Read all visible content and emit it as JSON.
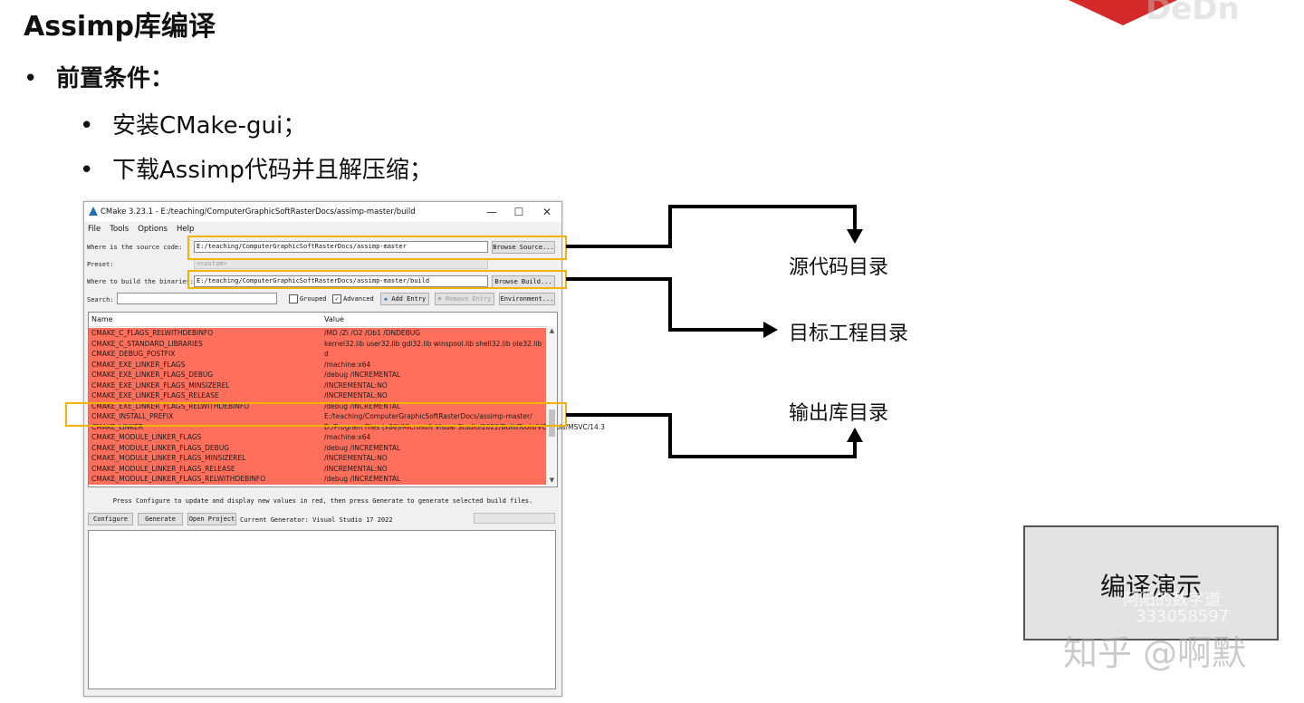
{
  "slide": {
    "title": "Assimp库编译",
    "bullets": [
      {
        "dot": "•",
        "text": "前置条件："
      },
      {
        "dot": "•",
        "text": "安装CMake-gui；"
      },
      {
        "dot": "•",
        "text": "下载Assimp代码并且解压缩；"
      }
    ]
  },
  "cmake": {
    "window_title": "CMake 3.23.1 - E:/teaching/ComputerGraphicSoftRasterDocs/assimp-master/build",
    "controls": {
      "minimize": "—",
      "maximize": "☐",
      "close": "✕"
    },
    "menu": [
      "File",
      "Tools",
      "Options",
      "Help"
    ],
    "source_label": "Where is the source code:",
    "source_value": "E:/teaching/ComputerGraphicSoftRasterDocs/assimp-master",
    "browse_source": "Browse Source...",
    "preset_label": "Preset:",
    "preset_value": "<custom>",
    "build_label": "Where to build the binaries:",
    "build_value": "E:/teaching/ComputerGraphicSoftRasterDocs/assimp-master/build",
    "browse_build": "Browse Build...",
    "search_label": "Search:",
    "grouped": "Grouped",
    "advanced": "Advanced",
    "add_entry": "Add Entry",
    "remove_entry": "Remove Entry",
    "environment": "Environment...",
    "col_name": "Name",
    "col_value": "Value",
    "rows": [
      {
        "name": "CMAKE_C_FLAGS_RELWITHDEBINFO",
        "value": "/MD /Zi /O2 /Ob1 /DNDEBUG"
      },
      {
        "name": "CMAKE_C_STANDARD_LIBRARIES",
        "value": "kernel32.lib user32.lib gdi32.lib winspool.lib shell32.lib ole32.lib"
      },
      {
        "name": "CMAKE_DEBUG_POSTFIX",
        "value": "d"
      },
      {
        "name": "CMAKE_EXE_LINKER_FLAGS",
        "value": "/machine:x64"
      },
      {
        "name": "CMAKE_EXE_LINKER_FLAGS_DEBUG",
        "value": "/debug /INCREMENTAL"
      },
      {
        "name": "CMAKE_EXE_LINKER_FLAGS_MINSIZEREL",
        "value": "/INCREMENTAL:NO"
      },
      {
        "name": "CMAKE_EXE_LINKER_FLAGS_RELEASE",
        "value": "/INCREMENTAL:NO"
      },
      {
        "name": "CMAKE_EXE_LINKER_FLAGS_RELWITHDEBINFO",
        "value": "/debug /INCREMENTAL"
      },
      {
        "name": "CMAKE_INSTALL_PREFIX",
        "value": "E:/teaching/ComputerGraphicSoftRasterDocs/assimp-master/"
      },
      {
        "name": "CMAKE_LINKER",
        "value": "D:/Program Files (x86)/Microsoft Visual Studio/2022/BuildTools/VC/Tools/MSVC/14.3"
      },
      {
        "name": "CMAKE_MODULE_LINKER_FLAGS",
        "value": "/machine:x64"
      },
      {
        "name": "CMAKE_MODULE_LINKER_FLAGS_DEBUG",
        "value": "/debug /INCREMENTAL"
      },
      {
        "name": "CMAKE_MODULE_LINKER_FLAGS_MINSIZEREL",
        "value": "/INCREMENTAL:NO"
      },
      {
        "name": "CMAKE_MODULE_LINKER_FLAGS_RELEASE",
        "value": "/INCREMENTAL:NO"
      },
      {
        "name": "CMAKE_MODULE_LINKER_FLAGS_RELWITHDEBINFO",
        "value": "/debug /INCREMENTAL"
      }
    ],
    "hint": "Press Configure to update and display new values in red, then press Generate to generate selected build files.",
    "configure": "Configure",
    "generate": "Generate",
    "open_project": "Open Project",
    "current_generator": "Current Generator: Visual Studio 17 2022"
  },
  "annotations": {
    "source_dir": "源代码目录",
    "build_dir": "目标工程目录",
    "output_dir": "输出库目录"
  },
  "demo_button": "编译演示",
  "watermark": {
    "line1": "阿阳的数字道",
    "line2": "333058597",
    "zhihu": "知乎 @啊默",
    "logo": "DeDn"
  },
  "colors": {
    "highlight": "#f2b400",
    "changed_row": "#ff6f5c",
    "logo_red": "#d42a2a"
  }
}
